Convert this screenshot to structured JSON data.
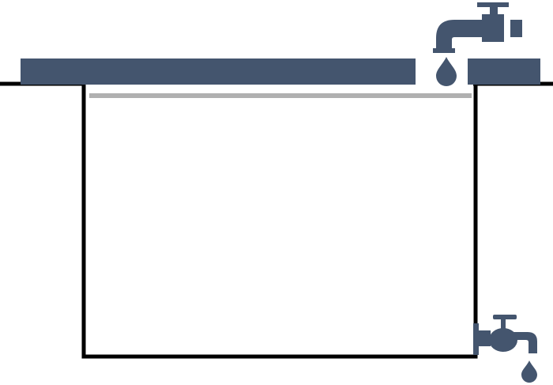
{
  "diagram": {
    "colors": {
      "background": "#ffffff",
      "outline": "#000000",
      "cover": "#44556e",
      "water_line": "#b0b0b0",
      "fixture": "#44556e"
    },
    "elements": {
      "ground": "ground-line",
      "tank": "open-tank",
      "cover": "tank-cover-plank",
      "inlet": "inlet-faucet-icon",
      "inlet_drop": "water-drop-icon",
      "outlet": "outlet-tap-icon",
      "outlet_drop": "water-drop-icon"
    }
  }
}
